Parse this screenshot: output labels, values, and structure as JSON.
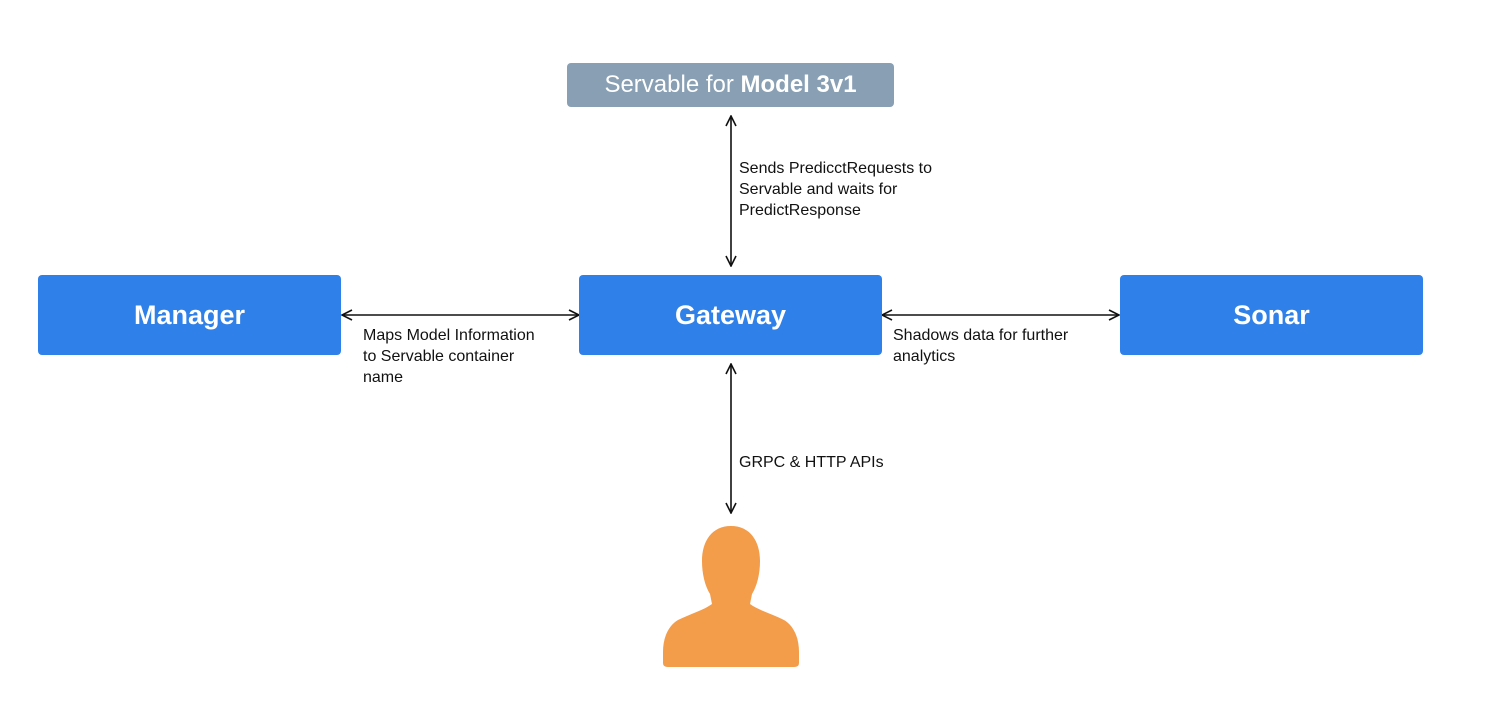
{
  "nodes": {
    "servable": {
      "prefix": "Servable for ",
      "model": "Model 3v1"
    },
    "manager": {
      "label": "Manager"
    },
    "gateway": {
      "label": "Gateway"
    },
    "sonar": {
      "label": "Sonar"
    }
  },
  "edges": {
    "gateway_servable": {
      "lines": [
        "Sends PredicctRequests to",
        "Servable and waits for",
        "PredictResponse"
      ]
    },
    "manager_gateway": {
      "lines": [
        "Maps Model Information",
        "to Servable container",
        "name"
      ]
    },
    "gateway_sonar": {
      "lines": [
        "Shadows data for further",
        "analytics"
      ]
    },
    "user_gateway": {
      "lines": [
        "GRPC & HTTP APIs"
      ]
    }
  },
  "colors": {
    "node_primary": "#2f80e8",
    "node_secondary": "#889fb4",
    "user": "#f39c4a",
    "edge": "#111111"
  },
  "icons": {
    "user": "person-silhouette-icon"
  }
}
